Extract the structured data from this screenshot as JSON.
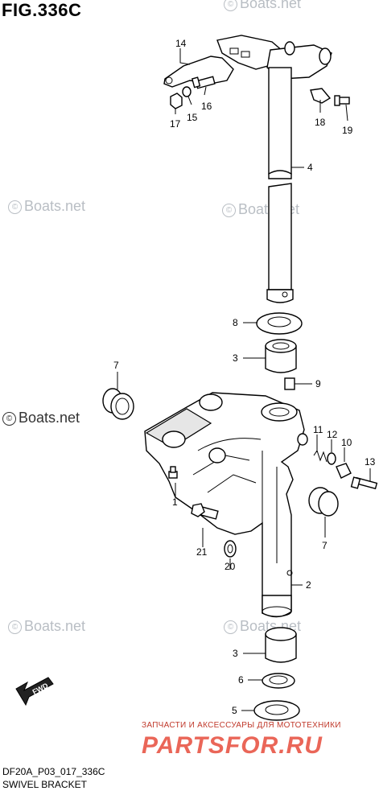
{
  "title": "FIG.336C",
  "footer": {
    "code": "DF20A_P03_017_336C",
    "name": "SWIVEL BRACKET"
  },
  "watermarks": {
    "boats": "Boats.net",
    "copyright_symbol": "©"
  },
  "branding": {
    "tagline": "ЗАПЧАСТИ И АКСЕССУАРЫ ДЛЯ МОТОТЕХНИКИ",
    "logo_text": "PARTSFOR.RU"
  },
  "fwd_label": "FWD",
  "callouts": [
    "14",
    "16",
    "15",
    "17",
    "18",
    "19",
    "4",
    "8",
    "3",
    "9",
    "7",
    "11",
    "12",
    "10",
    "13",
    "1",
    "21",
    "20",
    "7",
    "2",
    "3",
    "6",
    "5"
  ]
}
